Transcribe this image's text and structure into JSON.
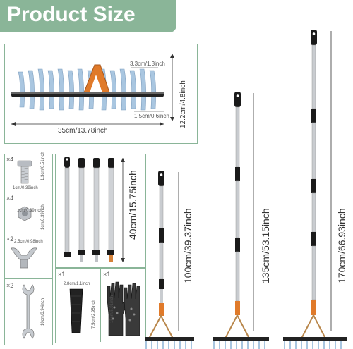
{
  "title": "Product Size",
  "rake_head": {
    "width_label": "35cm/13.78inch",
    "height_label": "12.2cm/4.8inch",
    "tine_gap_label": "3.3cm/1.3inch",
    "bar_label": "1.5cm/0.6inch"
  },
  "parts": {
    "screw": {
      "qty": "×4",
      "height": "1.3cm/0.51inch",
      "width": "1cm/0.39inch"
    },
    "nut": {
      "qty": "×4",
      "width": "1cm/0.39inch",
      "height": "1cm/0.39inch"
    },
    "wing_nut": {
      "qty": "×2",
      "width": "2.5cm/0.98inch"
    },
    "wrench": {
      "qty": "×2",
      "length": "10cm/3.94inch"
    },
    "poles": {
      "length": "40cm/15.75inch"
    },
    "sleeve": {
      "qty": "×1",
      "width": "2.8cm/1.1inch",
      "height": "7.5cm/2.95inch"
    },
    "gloves": {
      "qty": "×1",
      "height": "15cm/5.91inch"
    }
  },
  "rakes": {
    "small": "100cm/39.37inch",
    "medium": "135cm/53.15inch",
    "large": "170cm/66.93inch"
  },
  "colors": {
    "accent": "#8ab598",
    "handle": "#1a1a1a",
    "head": "#e07a2a",
    "tine": "#a9c6e0"
  }
}
